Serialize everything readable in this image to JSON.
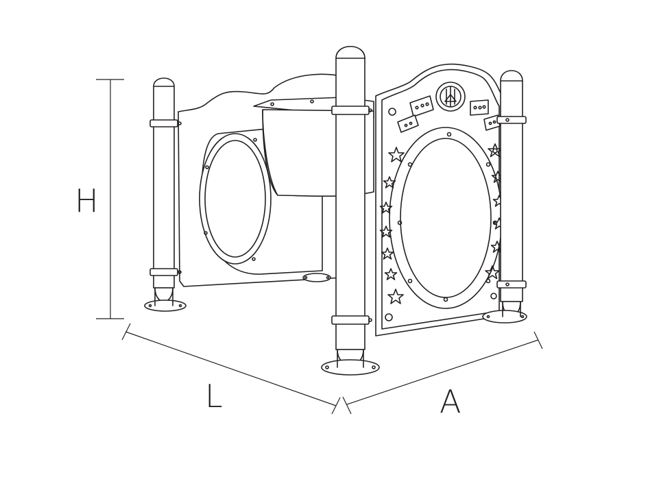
{
  "dimensions": {
    "height_label": "H",
    "length_label": "L",
    "width_label": "A"
  },
  "colors": {
    "line": "#231f20",
    "background": "#ffffff"
  },
  "icons": [
    "star-icon",
    "bolt-icon",
    "medallion-icon"
  ]
}
